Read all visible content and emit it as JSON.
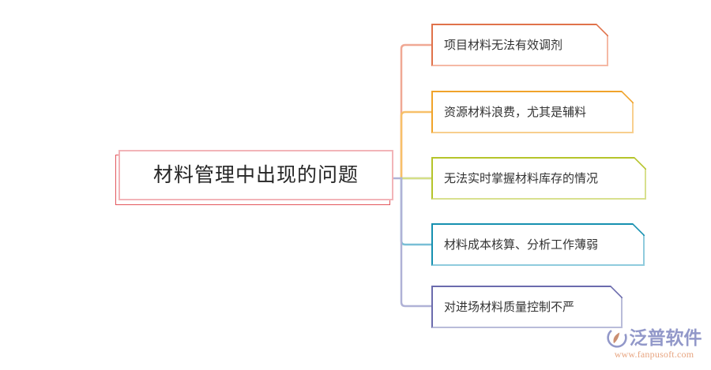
{
  "diagram": {
    "type": "mind-map",
    "title": "材料管理中出现的问题",
    "root": {
      "label": "材料管理中出现的问题",
      "border_color": "#f2b4b8",
      "shadow_color": "#e2565c"
    },
    "branches": [
      {
        "label": "项目材料无法有效调剂",
        "border_dark": "#e0724a",
        "border_light": "#f5b9a5",
        "connector_color": "#f0a894"
      },
      {
        "label": "资源材料浪费，尤其是辅料",
        "border_dark": "#f0a32a",
        "border_light": "#f8cf8e",
        "connector_color": "#f7c069"
      },
      {
        "label": "无法实时掌握材料库存的情况",
        "border_dark": "#b5c42a",
        "border_light": "#d8e08e",
        "connector_color": "#d5df86"
      },
      {
        "label": "材料成本核算、分析工作薄弱",
        "border_dark": "#1690b0",
        "border_light": "#8fcbdd",
        "connector_color": "#79bfd6"
      },
      {
        "label": "对进场材料质量控制不严",
        "border_dark": "#6b6bad",
        "border_light": "#b9bcd9",
        "connector_color": "#b0b2d6"
      }
    ],
    "trunk_color": "#7ea4d4"
  },
  "watermark": {
    "brand": "泛普软件",
    "url": "www.fanpusoft.com",
    "brand_color": "#8d93c7",
    "url_color": "#e6a07a",
    "logo_color": "#8d93c7"
  }
}
